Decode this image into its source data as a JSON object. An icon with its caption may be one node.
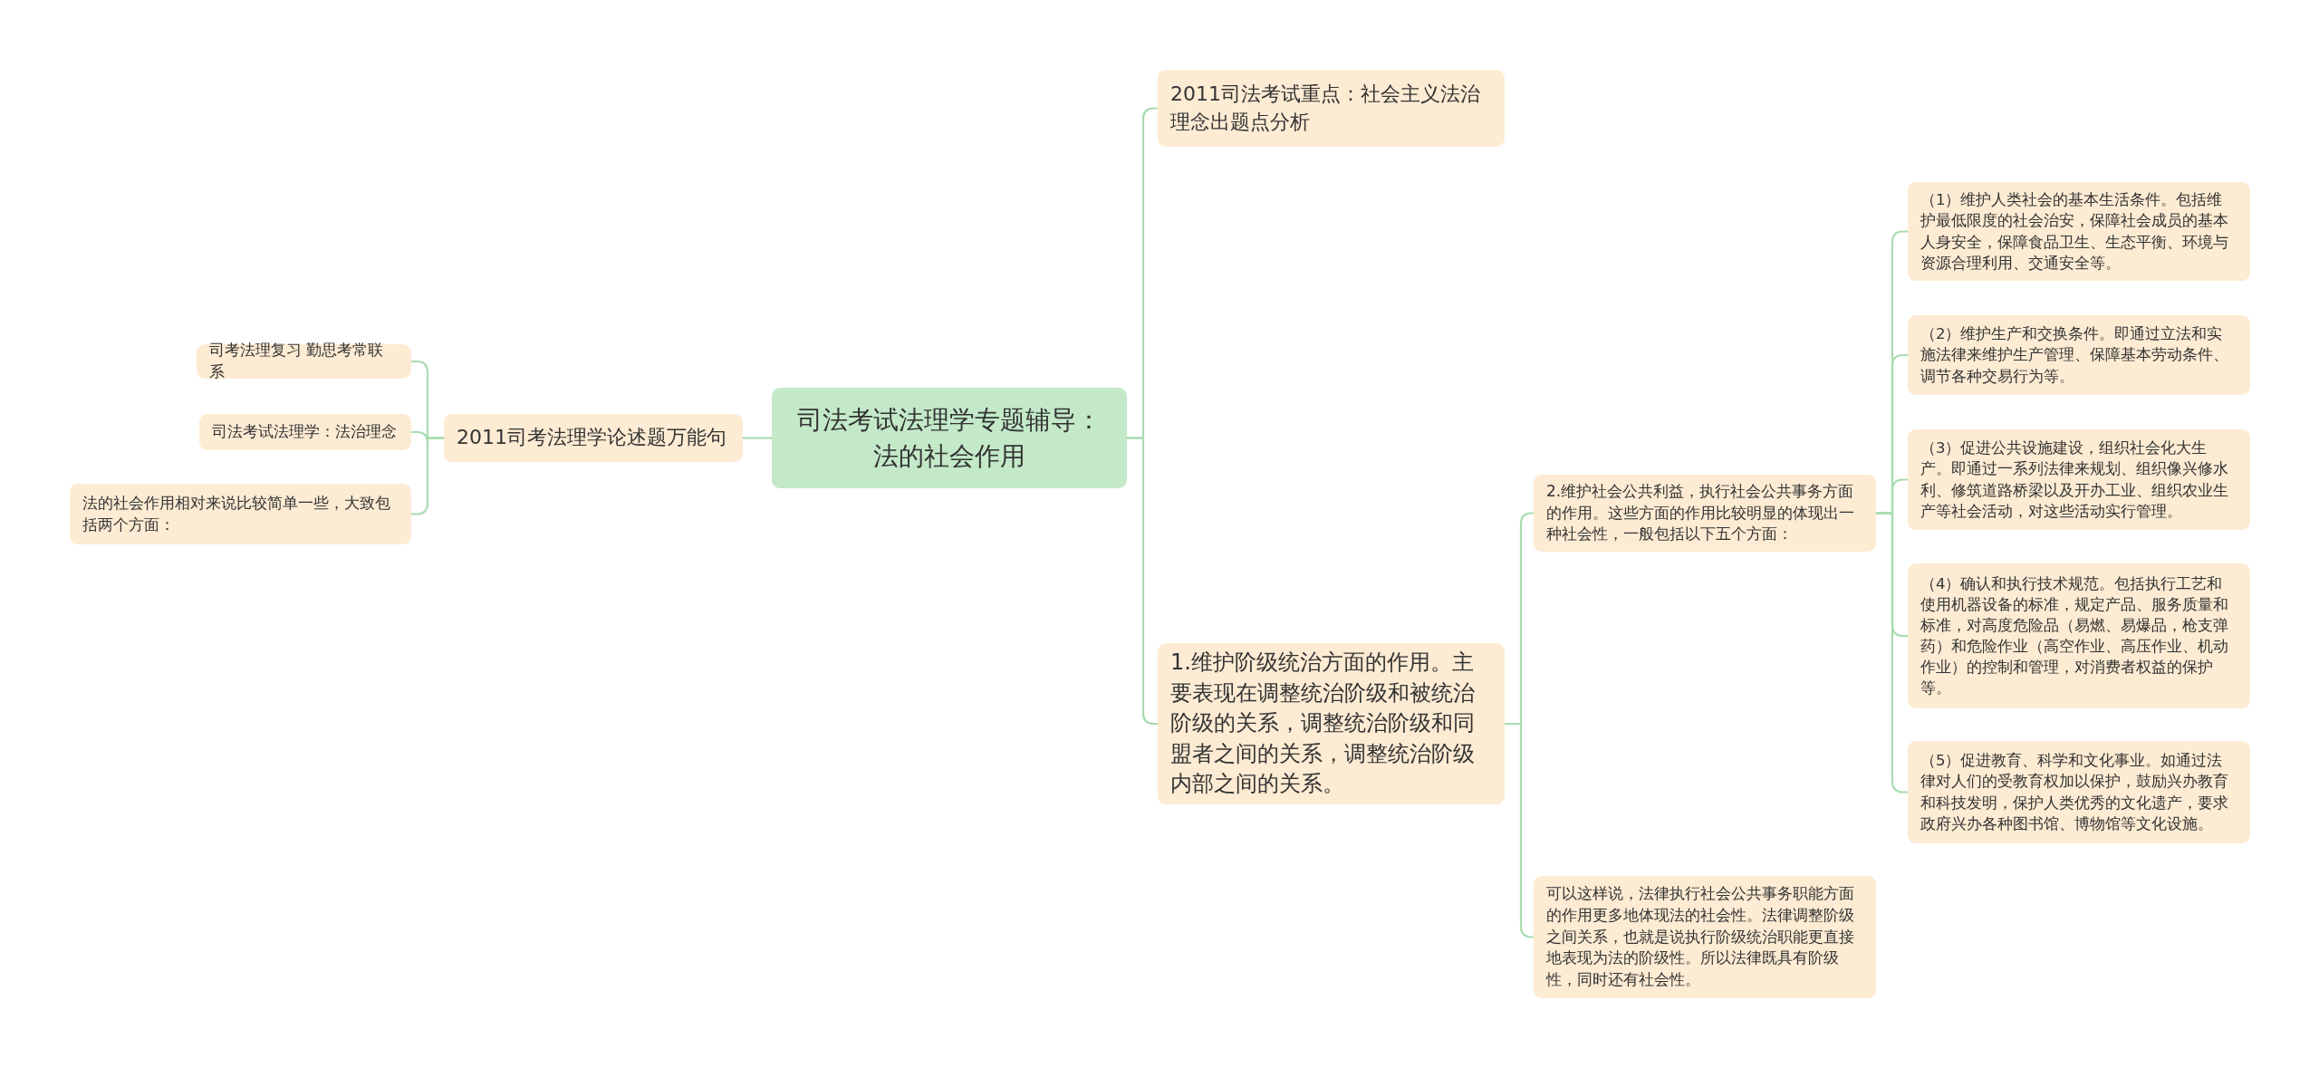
{
  "diagram": {
    "nodes": [
      {
        "text": [
          "司法考试法理学专题辅导：法的社会作用"
        ]
      },
      {
        "text": [
          "2011司考法理学论述题万能句"
        ]
      },
      {
        "text": [
          "司考法理复习 勤思考常联系"
        ]
      },
      {
        "text": [
          "司法考试法理学：法治理念"
        ]
      },
      {
        "text": [
          "法的社会作用相对来说比较简单一些，大致包括两个方面："
        ]
      },
      {
        "text": [
          "2011司法考试重点：社会主义法治理念出题点分析"
        ]
      },
      {
        "text": [
          "1.维护阶级统治方面的作用。主要表现在调整统治阶级和被统治阶级的关系，调整统治阶级和同盟者之间的关系，调整统治阶级内部之间的关系。"
        ]
      },
      {
        "text": [
          "2.维护社会公共利益，执行社会公共事务方面的作用。这些方面的作用比较明显的体现出一种社会性，一般包括以下五个方面："
        ]
      },
      {
        "text": [
          "（1）维护人类社会的基本生活条件。包括维护最低限度的社会治安，保障社会成员的基本人身安全，保障食品卫生、生态平衡、环境与资源合理利用、交通安全等。"
        ]
      },
      {
        "text": [
          "（2）维护生产和交换条件。即通过立法和实施法律来维护生产管理、保障基本劳动条件、调节各种交易行为等。"
        ]
      },
      {
        "text": [
          "（3）促进公共设施建设，组织社会化大生产。即通过一系列法律来规划、组织像兴修水利、修筑道路桥梁以及开办工业、组织农业生产等社会活动，对这些活动实行管理。"
        ]
      },
      {
        "text": [
          "（4）确认和执行技术规范。包括执行工艺和使用机器设备的标准，规定产品、服务质量和标准，对高度危险品（易燃、易爆品，枪支弹药）和危险作业（高空作业、高压作业、机动作业）的控制和管理，对消费者权益的保护等。"
        ]
      },
      {
        "text": [
          "（5）促进教育、科学和文化事业。如通过法律对人们的受教育权加以保护，鼓励兴办教育和科技发明，保护人类优秀的文化遗产，要求政府兴办各种图书馆、博物馆等文化设施。"
        ]
      },
      {
        "text": [
          "可以这样说，法律执行社会公共事务职能方面的作用更多地体现法的社会性。法律调整阶级之间关系，也就是说执行阶级统治职能更直接地表现为法的阶级性。所以法律既具有阶级性，同时还有社会性。"
        ]
      }
    ],
    "edges": [
      {
        "from": 0,
        "to": 1,
        "arrow": "none"
      },
      {
        "from": 1,
        "to": 2,
        "arrow": "none"
      },
      {
        "from": 1,
        "to": 3,
        "arrow": "none"
      },
      {
        "from": 1,
        "to": 4,
        "arrow": "none"
      },
      {
        "from": 0,
        "to": 5,
        "arrow": "none"
      },
      {
        "from": 0,
        "to": 6,
        "arrow": "none"
      },
      {
        "from": 6,
        "to": 7,
        "arrow": "none"
      },
      {
        "from": 6,
        "to": 13,
        "arrow": "none"
      },
      {
        "from": 7,
        "to": 8,
        "arrow": "none"
      },
      {
        "from": 7,
        "to": 9,
        "arrow": "none"
      },
      {
        "from": 7,
        "to": 10,
        "arrow": "none"
      },
      {
        "from": 7,
        "to": 11,
        "arrow": "none"
      },
      {
        "from": 7,
        "to": 12,
        "arrow": "none"
      }
    ]
  }
}
